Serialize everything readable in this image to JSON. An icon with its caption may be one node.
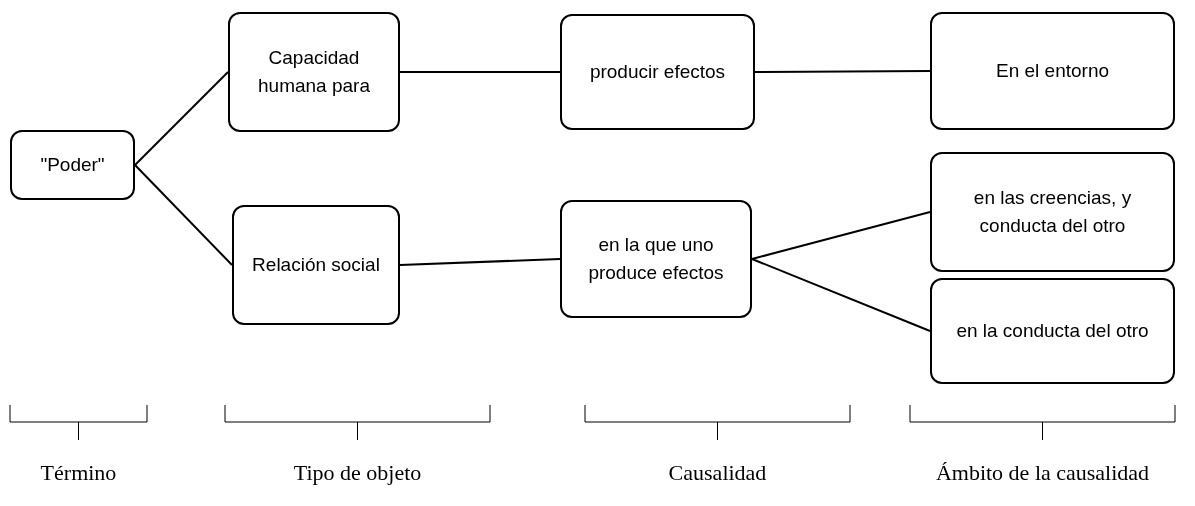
{
  "diagram": {
    "nodes": [
      {
        "text": [
          "\"Poder\""
        ]
      },
      {
        "text": [
          "Capacidad humana para"
        ]
      },
      {
        "text": [
          "producir efectos"
        ]
      },
      {
        "text": [
          "En el entorno"
        ]
      },
      {
        "text": [
          "Relación social"
        ]
      },
      {
        "text": [
          "en la que uno produce efectos"
        ]
      },
      {
        "text": [
          "en las creencias,  y conducta del otro"
        ]
      },
      {
        "text": [
          "en la conducta del otro"
        ]
      }
    ],
    "edges": [
      {
        "from": 0,
        "to": 1,
        "arrow": "none"
      },
      {
        "from": 0,
        "to": 4,
        "arrow": "none"
      },
      {
        "from": 1,
        "to": 2,
        "arrow": "none"
      },
      {
        "from": 2,
        "to": 3,
        "arrow": "none"
      },
      {
        "from": 4,
        "to": 5,
        "arrow": "none"
      },
      {
        "from": 5,
        "to": 6,
        "arrow": "none"
      },
      {
        "from": 5,
        "to": 7,
        "arrow": "none"
      }
    ],
    "labels": [
      "Término",
      "Tipo de objeto",
      "Causalidad",
      "Ámbito de la causalidad"
    ]
  }
}
